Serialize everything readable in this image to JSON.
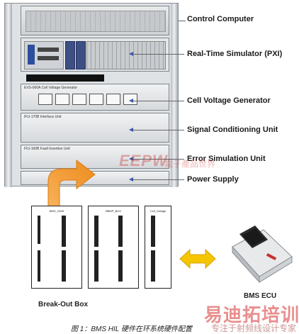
{
  "rack": {
    "units": [
      {
        "name": "control-computer-unit",
        "label": ""
      },
      {
        "name": "pxi-chassis-unit",
        "label": ""
      },
      {
        "name": "cell-voltage-generator-unit",
        "label": "EVS-060A Cell Voltage Generator"
      },
      {
        "name": "interface-unit",
        "label": "IFU-170B  Interface Unit"
      },
      {
        "name": "fault-insertion-unit",
        "label": "FIU-160B  Fault Insertion Unit"
      }
    ]
  },
  "labels": {
    "control_computer": "Control Computer",
    "real_time_simulator": "Real-Time Simulator (PXI)",
    "cell_voltage_generator": "Cell Voltage Generator",
    "signal_conditioning_unit": "Signal Conditioning  Unit",
    "error_simulation_unit": "Error Simulation Unit",
    "power_supply": "Power Supply"
  },
  "breakout": {
    "panels": [
      "BMS_HVIB",
      "BBMP_BUS",
      "Cell_Voltage"
    ],
    "caption": "Break-Out Box"
  },
  "ecu": {
    "caption": "BMS ECU"
  },
  "figure_caption": "图 1：BMS HIL 硬件在环系统硬件配置",
  "watermark": {
    "top_logo": "EEPW",
    "top_cn": "電子產品世界",
    "bottom_logo": "易迪拓培训",
    "bottom_cn": "专注于射频线设计专家"
  },
  "colors": {
    "arrow_orange": "#f39a2b",
    "arrow_yellow": "#f5c500",
    "callout_arrow": "#3b5aa8"
  }
}
